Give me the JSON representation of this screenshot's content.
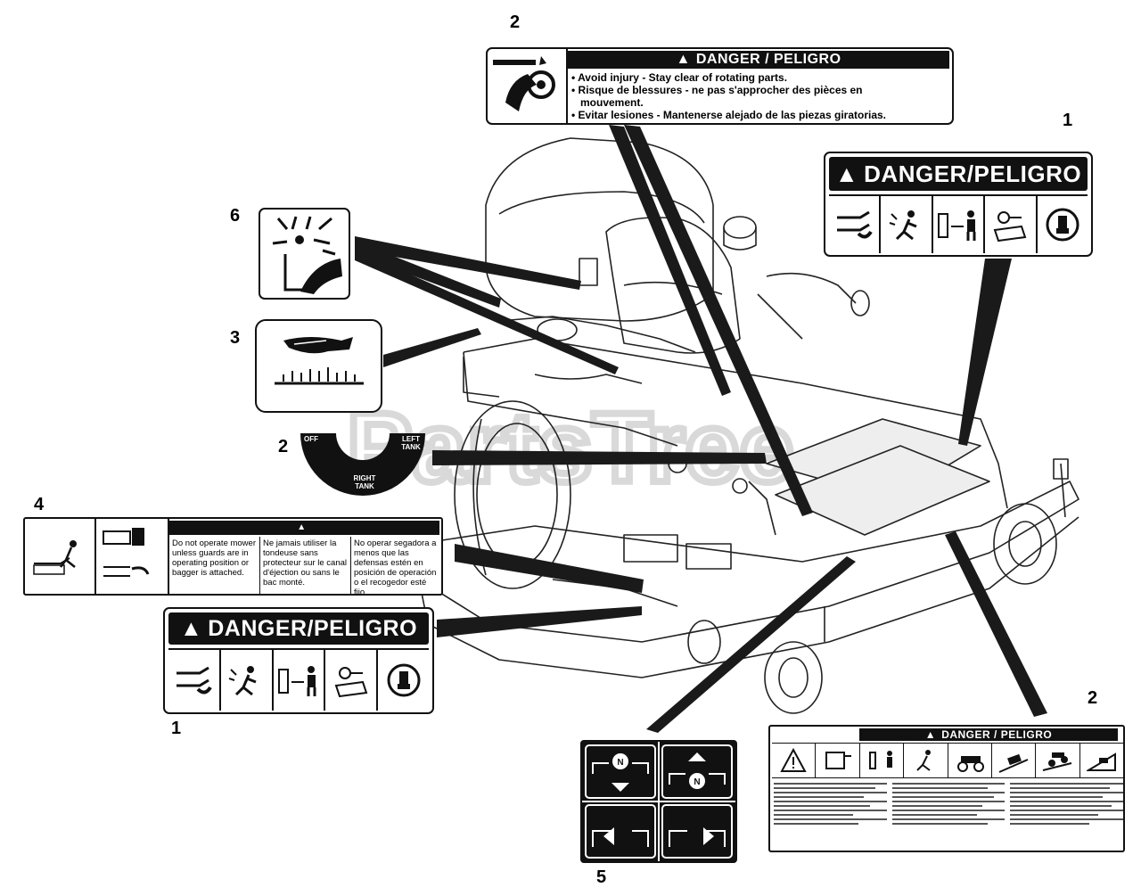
{
  "callouts": {
    "n1_top": "1",
    "n1_bottom": "1",
    "n2_top": "2",
    "n2_mid": "2",
    "n2_right": "2",
    "n3": "3",
    "n4": "4",
    "n5": "5",
    "n6": "6"
  },
  "decal_rotating_parts": {
    "header": "DANGER / PELIGRO",
    "lines": [
      "• Avoid injury - Stay clear of rotating parts.",
      "• Risque de blessures - ne pas s'approcher des pièces en",
      "   mouvement.",
      "• Evitar lesiones - Mantenerse alejado de las piezas giratorias."
    ]
  },
  "decal_danger_icons": {
    "header": "DANGER/PELIGRO"
  },
  "decal_fuel": {
    "off": "OFF",
    "left_tank": "LEFT TANK",
    "right_tank": "RIGHT TANK"
  },
  "decal_mower_warning": {
    "columns": [
      "Do not operate mower unless guards are in operating position or bagger is attached.",
      "Ne jamais utiliser la tondeuse sans protecteur sur le canal d'éjection ou sans le bac monté.",
      "No operar segadora a menos que las defensas estén en posición de operación o el recogedor esté fijo."
    ]
  },
  "decal_danger_large": {
    "header": "DANGER / PELIGRO"
  },
  "watermark": "PartsTree",
  "colors": {
    "ink": "#111111",
    "watermark": "#d9d9d9"
  }
}
